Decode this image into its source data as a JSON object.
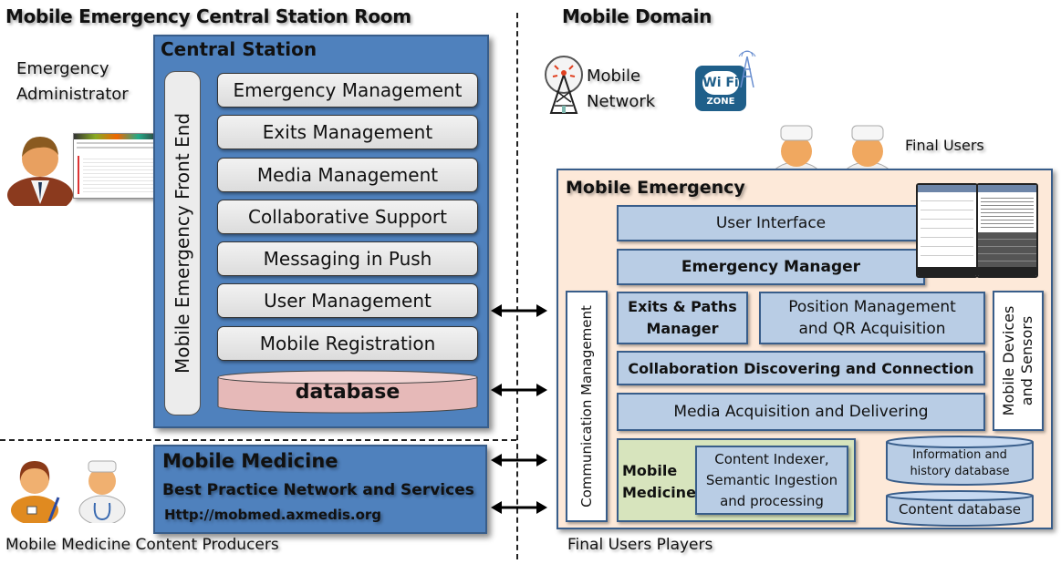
{
  "headers": {
    "left": "Mobile Emergency Central Station Room",
    "right": "Mobile Domain"
  },
  "actors": {
    "admin": "Emergency Administrator",
    "admin_lines": [
      "Emergency",
      "Administrator"
    ],
    "producers": "Mobile Medicine Content Producers",
    "final_users": "Final Users",
    "final_players": "Final Users  Players"
  },
  "network": {
    "mobile_lines": [
      "Mobile",
      "Network"
    ],
    "wifi_text": "Wi Fi",
    "wifi_zone": "ZONE"
  },
  "central_station": {
    "title": "Central Station",
    "front_end": "Mobile Emergency Front End",
    "services": [
      "Emergency Management",
      "Exits Management",
      "Media Management",
      "Collaborative Support",
      "Messaging in Push",
      "User Management",
      "Mobile Registration"
    ],
    "database": "database"
  },
  "mobile_medicine_portal": {
    "title": "Mobile Medicine",
    "subtitle": "Best Practice Network and Services",
    "url": "Http://mobmed.axmedis.org"
  },
  "mobile_emergency": {
    "title": "Mobile Emergency",
    "user_interface": "User Interface",
    "emergency_manager": "Emergency Manager",
    "communication": "Communication  Management",
    "exits_paths": [
      "Exits & Paths",
      "Manager"
    ],
    "position": [
      "Position Management",
      "and QR Acquisition"
    ],
    "collaboration": "Collaboration  Discovering and  Connection",
    "media": "Media Acquisition and Delivering",
    "devices": [
      "Mobile  Devices",
      "and Sensors"
    ],
    "mobile_medicine": [
      "Mobile",
      "Medicine"
    ],
    "content_indexer": [
      "Content  Indexer,",
      "Semantic  Ingestion",
      "and processing"
    ],
    "info_db": [
      "Information and",
      "history database"
    ],
    "content_db": "Content database"
  },
  "colors": {
    "central_blue": "#4f81bd",
    "border_blue": "#385d8a",
    "light_blue": "#b9cde5",
    "peach": "#fde9d9",
    "green": "#d7e4bd",
    "db_pink": "#e6b9b8"
  }
}
